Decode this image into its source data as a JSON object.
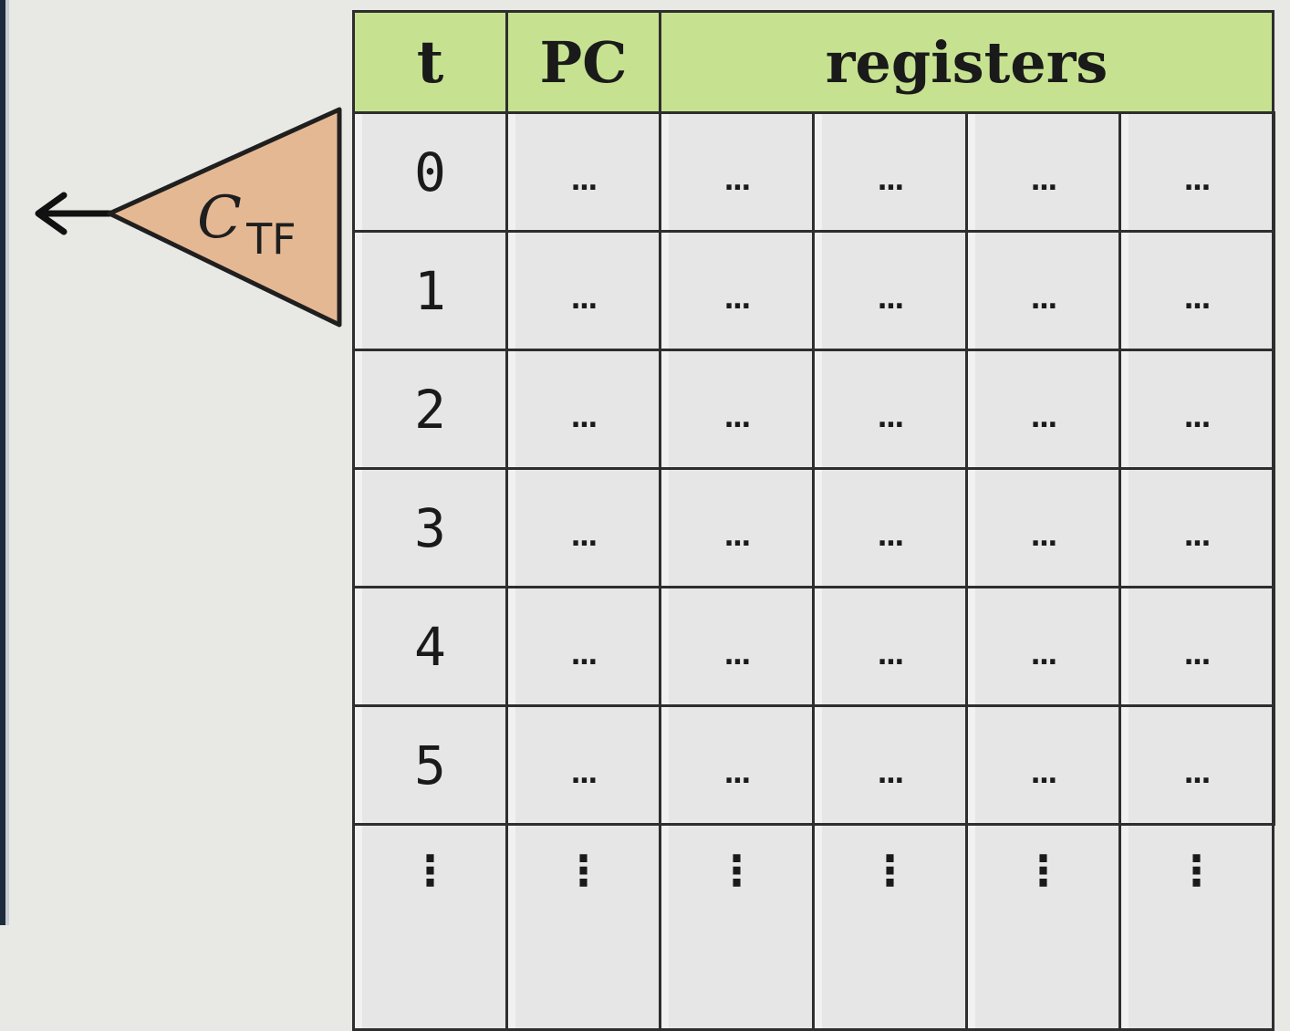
{
  "table": {
    "headers": {
      "step": "t",
      "pc": "PC",
      "registers": "registers"
    },
    "rows": [
      {
        "t": "0",
        "pc": "...",
        "registers": [
          "...",
          "...",
          "...",
          "...",
          "..."
        ]
      },
      {
        "t": "1",
        "pc": "...",
        "registers": [
          "...",
          "...",
          "...",
          "...",
          "..."
        ]
      },
      {
        "t": "2",
        "pc": "...",
        "registers": [
          "...",
          "...",
          "...",
          "...",
          "..."
        ]
      },
      {
        "t": "3",
        "pc": "...",
        "registers": [
          "...",
          "...",
          "...",
          "...",
          "..."
        ]
      },
      {
        "t": "4",
        "pc": "...",
        "registers": [
          "...",
          "...",
          "...",
          "...",
          "..."
        ]
      },
      {
        "t": "5",
        "pc": "...",
        "registers": [
          "...",
          "...",
          "...",
          "...",
          "..."
        ]
      }
    ],
    "continuation": "⋮"
  },
  "circuit": {
    "symbol": "C",
    "subscript": "TF",
    "fill_color": "#e5b894",
    "icon": "left-arrow-icon"
  },
  "colors": {
    "header_bg": "#c6e290",
    "cell_bg": "#e6e6e6",
    "grid": "#2e2e2e",
    "background": "#e8e8e5"
  }
}
